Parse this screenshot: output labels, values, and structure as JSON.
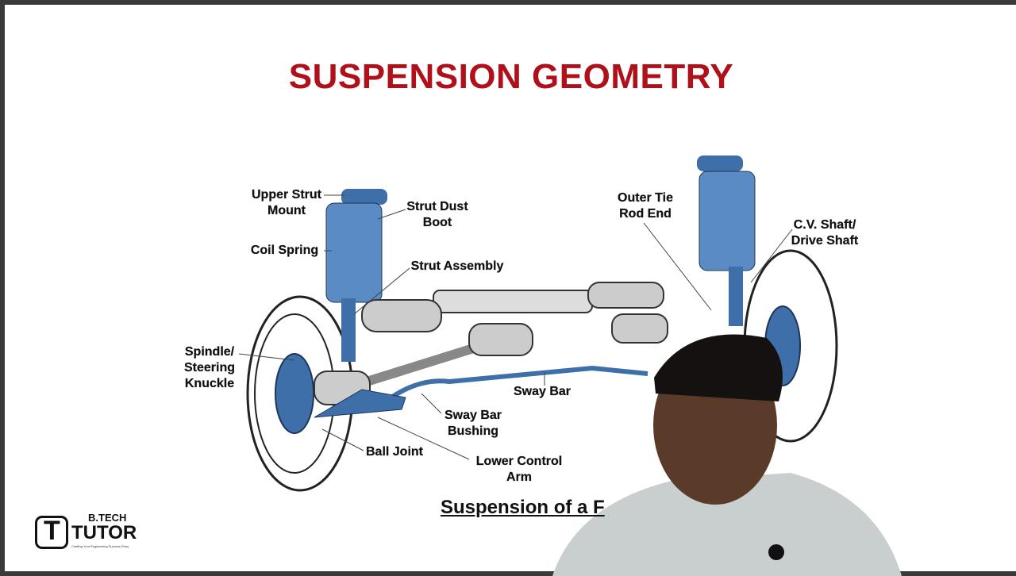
{
  "slide": {
    "title": "SUSPENSION GEOMETRY",
    "caption": "Suspension of a F",
    "labels": {
      "upper_strut_mount": "Upper Strut Mount",
      "strut_dust_boot": "Strut Dust Boot",
      "coil_spring": "Coil Spring",
      "strut_assembly": "Strut Assembly",
      "spindle": "Spindle/ Steering Knuckle",
      "sway_bar": "Sway Bar",
      "sway_bar_bushing": "Sway Bar Bushing",
      "ball_joint": "Ball Joint",
      "lower_control_arm": "Lower Control Arm",
      "outer_tie_rod_end": "Outer Tie Rod End",
      "cv_shaft": "C.V. Shaft/ Drive Shaft"
    },
    "logo": {
      "brand_top": "B.TECH",
      "brand_main": "TUTOR",
      "tagline": "Crafting Your Engineering Success Story"
    },
    "colors": {
      "title": "#b0101a",
      "part_blue": "#3f6fa8"
    }
  }
}
